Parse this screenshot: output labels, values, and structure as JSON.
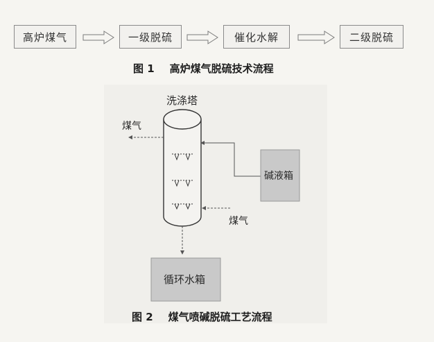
{
  "figure1": {
    "steps": [
      "高炉煤气",
      "一级脱硫",
      "催化水解",
      "二级脱硫"
    ],
    "caption_num": "图 1",
    "caption_text": "高炉煤气脱硫技术流程"
  },
  "figure2": {
    "tower_label": "洗涤塔",
    "gas_out_label": "煤气",
    "gas_in_label": "煤气",
    "alkali_tank_label": "碱液箱",
    "water_tank_label": "循环水箱",
    "caption_num": "图 2",
    "caption_text": "煤气喷碱脱硫工艺流程"
  },
  "colors": {
    "box_fill": "#f2f1ee",
    "tank_fill": "#c9c9c9",
    "line": "#555555"
  }
}
